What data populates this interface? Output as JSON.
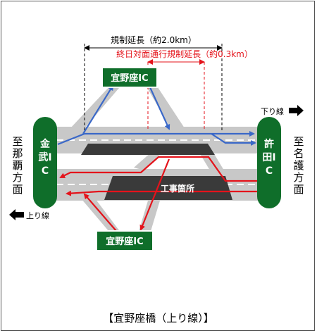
{
  "regulation": {
    "total_label": "規制延長（約2.0km）",
    "allday_label": "終日対面通行規制延長（約0.3km）"
  },
  "interchanges": {
    "top": "宜野座IC",
    "bottom": "宜野座IC",
    "left": "金武IC",
    "right": "許田IC"
  },
  "directions": {
    "down_line": "下り線",
    "up_line": "上り線",
    "to_naha": "至那覇方面",
    "to_nago": "至名護方面"
  },
  "work_area_label": "工事箇所",
  "caption": "【宜野座橋（上り線）】",
  "colors": {
    "road": "#c8c8c8",
    "lane_line": "#ffffff",
    "work_zone": "#3a3a3a",
    "ic_box": "#0f6e2a",
    "blue_route": "#3a68c8",
    "red_route": "#e4131b",
    "dimension_line": "#000000"
  }
}
